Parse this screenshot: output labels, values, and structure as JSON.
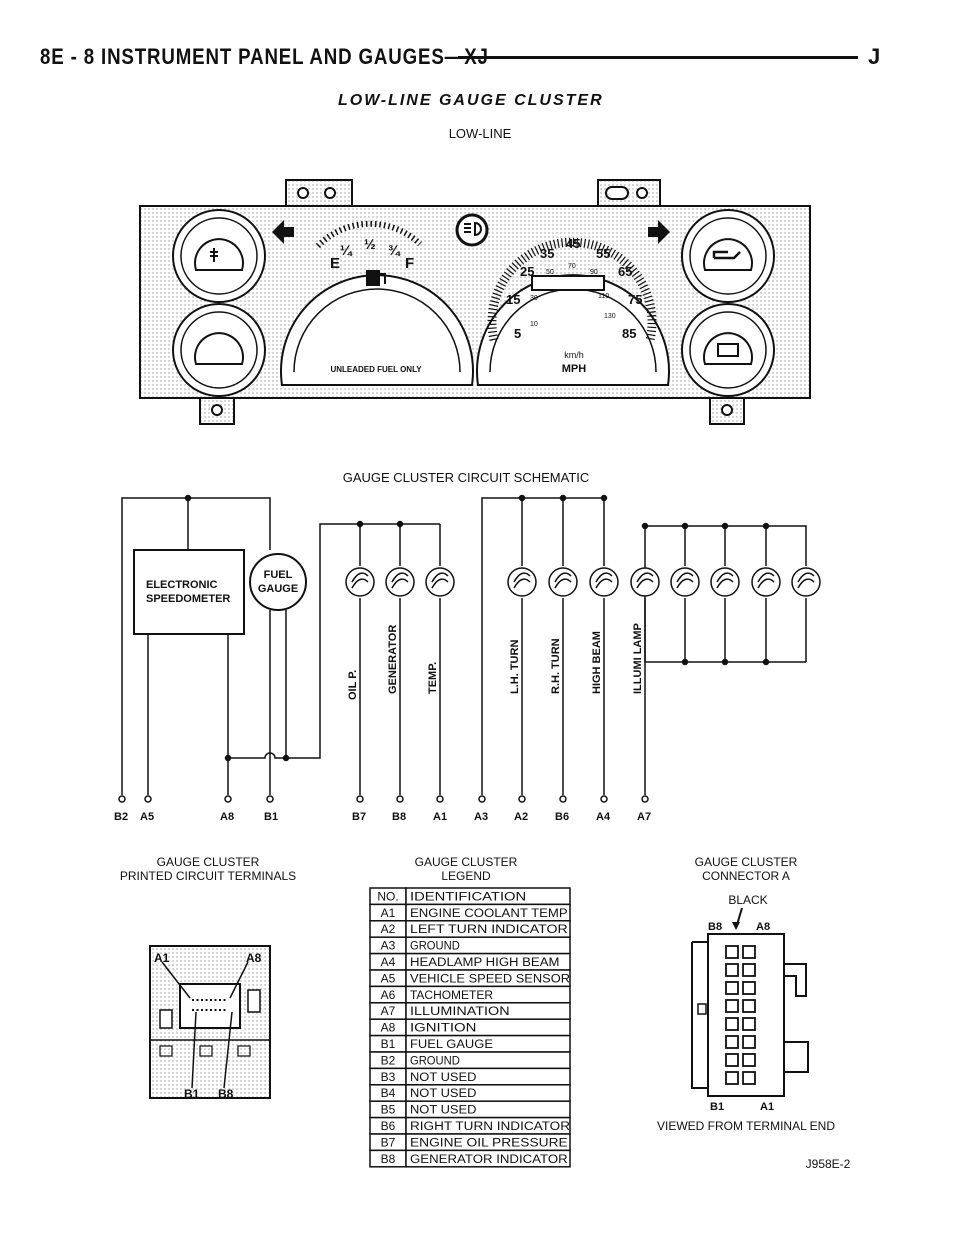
{
  "header": {
    "page_label": "8E - 8    INSTRUMENT PANEL AND GAUGES—XJ",
    "right_letter": "J"
  },
  "section_title": "LOW-LINE GAUGE CLUSTER",
  "cluster": {
    "title": "LOW-LINE",
    "fuel_gauge": {
      "empty": "E",
      "full": "F",
      "quarter": "¼",
      "half": "½",
      "three_quarter": "¾",
      "caption": "UNLEADED FUEL ONLY"
    },
    "speedometer": {
      "mph_labels": [
        "5",
        "15",
        "25",
        "35",
        "45",
        "55",
        "65",
        "75",
        "85"
      ],
      "kmh_labels": [
        "10",
        "30",
        "50",
        "70",
        "90",
        "110",
        "130"
      ],
      "unit_kmh": "km/h",
      "unit_mph": "MPH"
    }
  },
  "schematic": {
    "title": "GAUGE CLUSTER CIRCUIT SCHEMATIC",
    "speedometer_box": [
      "ELECTRONIC",
      "SPEEDOMETER"
    ],
    "fuel_gauge_label": [
      "FUEL",
      "GAUGE"
    ],
    "lamp_labels": [
      "OIL P.",
      "GENERATOR",
      "TEMP.",
      "L.H. TURN",
      "R.H. TURN",
      "HIGH BEAM",
      "ILLUMI LAMP"
    ],
    "terminals": [
      "B2",
      "A5",
      "A8",
      "B1",
      "B7",
      "B8",
      "A1",
      "A3",
      "A2",
      "B6",
      "A4",
      "A7"
    ]
  },
  "pcb": {
    "title": [
      "GAUGE CLUSTER",
      "PRINTED CIRCUIT TERMINALS"
    ],
    "top_left": "A1",
    "top_right": "A8",
    "bottom_left": "B1",
    "bottom_right": "B8"
  },
  "legend": {
    "title": [
      "GAUGE CLUSTER",
      "LEGEND"
    ],
    "columns": [
      "NO.",
      "IDENTIFICATION"
    ],
    "rows": [
      [
        "A1",
        "ENGINE COOLANT TEMP"
      ],
      [
        "A2",
        "LEFT TURN INDICATOR"
      ],
      [
        "A3",
        "GROUND"
      ],
      [
        "A4",
        "HEADLAMP HIGH BEAM"
      ],
      [
        "A5",
        "VEHICLE SPEED SENSOR"
      ],
      [
        "A6",
        "TACHOMETER"
      ],
      [
        "A7",
        "ILLUMINATION"
      ],
      [
        "A8",
        "IGNITION"
      ],
      [
        "B1",
        "FUEL GAUGE"
      ],
      [
        "B2",
        "GROUND"
      ],
      [
        "B3",
        "NOT USED"
      ],
      [
        "B4",
        "NOT USED"
      ],
      [
        "B5",
        "NOT USED"
      ],
      [
        "B6",
        "RIGHT TURN INDICATOR"
      ],
      [
        "B7",
        "ENGINE OIL PRESSURE"
      ],
      [
        "B8",
        "GENERATOR INDICATOR"
      ]
    ]
  },
  "connector": {
    "title": [
      "GAUGE CLUSTER",
      "CONNECTOR A"
    ],
    "color": "BLACK",
    "top_left": "B8",
    "top_right": "A8",
    "bottom_left": "B1",
    "bottom_right": "A1",
    "caption": "VIEWED FROM TERMINAL END"
  },
  "figure_id": "J958E-2"
}
